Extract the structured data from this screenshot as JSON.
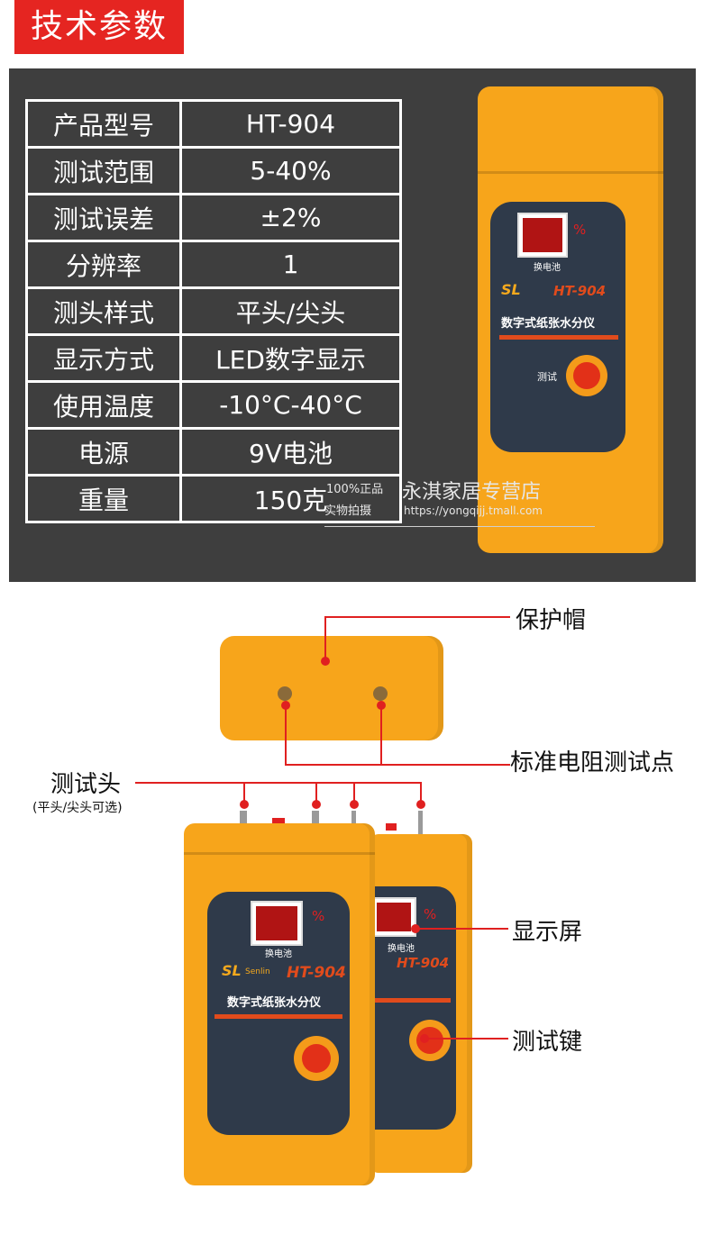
{
  "header": {
    "title": "技术参数"
  },
  "specs": [
    {
      "key": "产品型号",
      "value": "HT-904"
    },
    {
      "key": "测试范围",
      "value": "5-40%"
    },
    {
      "key": "测试误差",
      "value": "±2%"
    },
    {
      "key": "分辨率",
      "value": "1"
    },
    {
      "key": "测头样式",
      "value": "平头/尖头"
    },
    {
      "key": "显示方式",
      "value": "LED数字显示"
    },
    {
      "key": "使用温度",
      "value": "-10°C-40°C"
    },
    {
      "key": "电源",
      "value": "9V电池"
    },
    {
      "key": "重量",
      "value": "150克"
    }
  ],
  "watermark": {
    "line1": "100%正品",
    "line2": "实物拍摄",
    "store": "永淇家居专营店",
    "url": "https://yongqijj.tmall.com"
  },
  "device": {
    "percent": "%",
    "battery": "换电池",
    "brand": "SL",
    "brand_sub": "Senlin",
    "model": "HT-904",
    "name": "数字式纸张水分仪",
    "test": "测试"
  },
  "callouts": {
    "cap": "保护帽",
    "resist": "标准电阻测试点",
    "probe": "测试头",
    "probe_note": "(平头/尖头可选)",
    "display": "显示屏",
    "key": "测试键"
  }
}
